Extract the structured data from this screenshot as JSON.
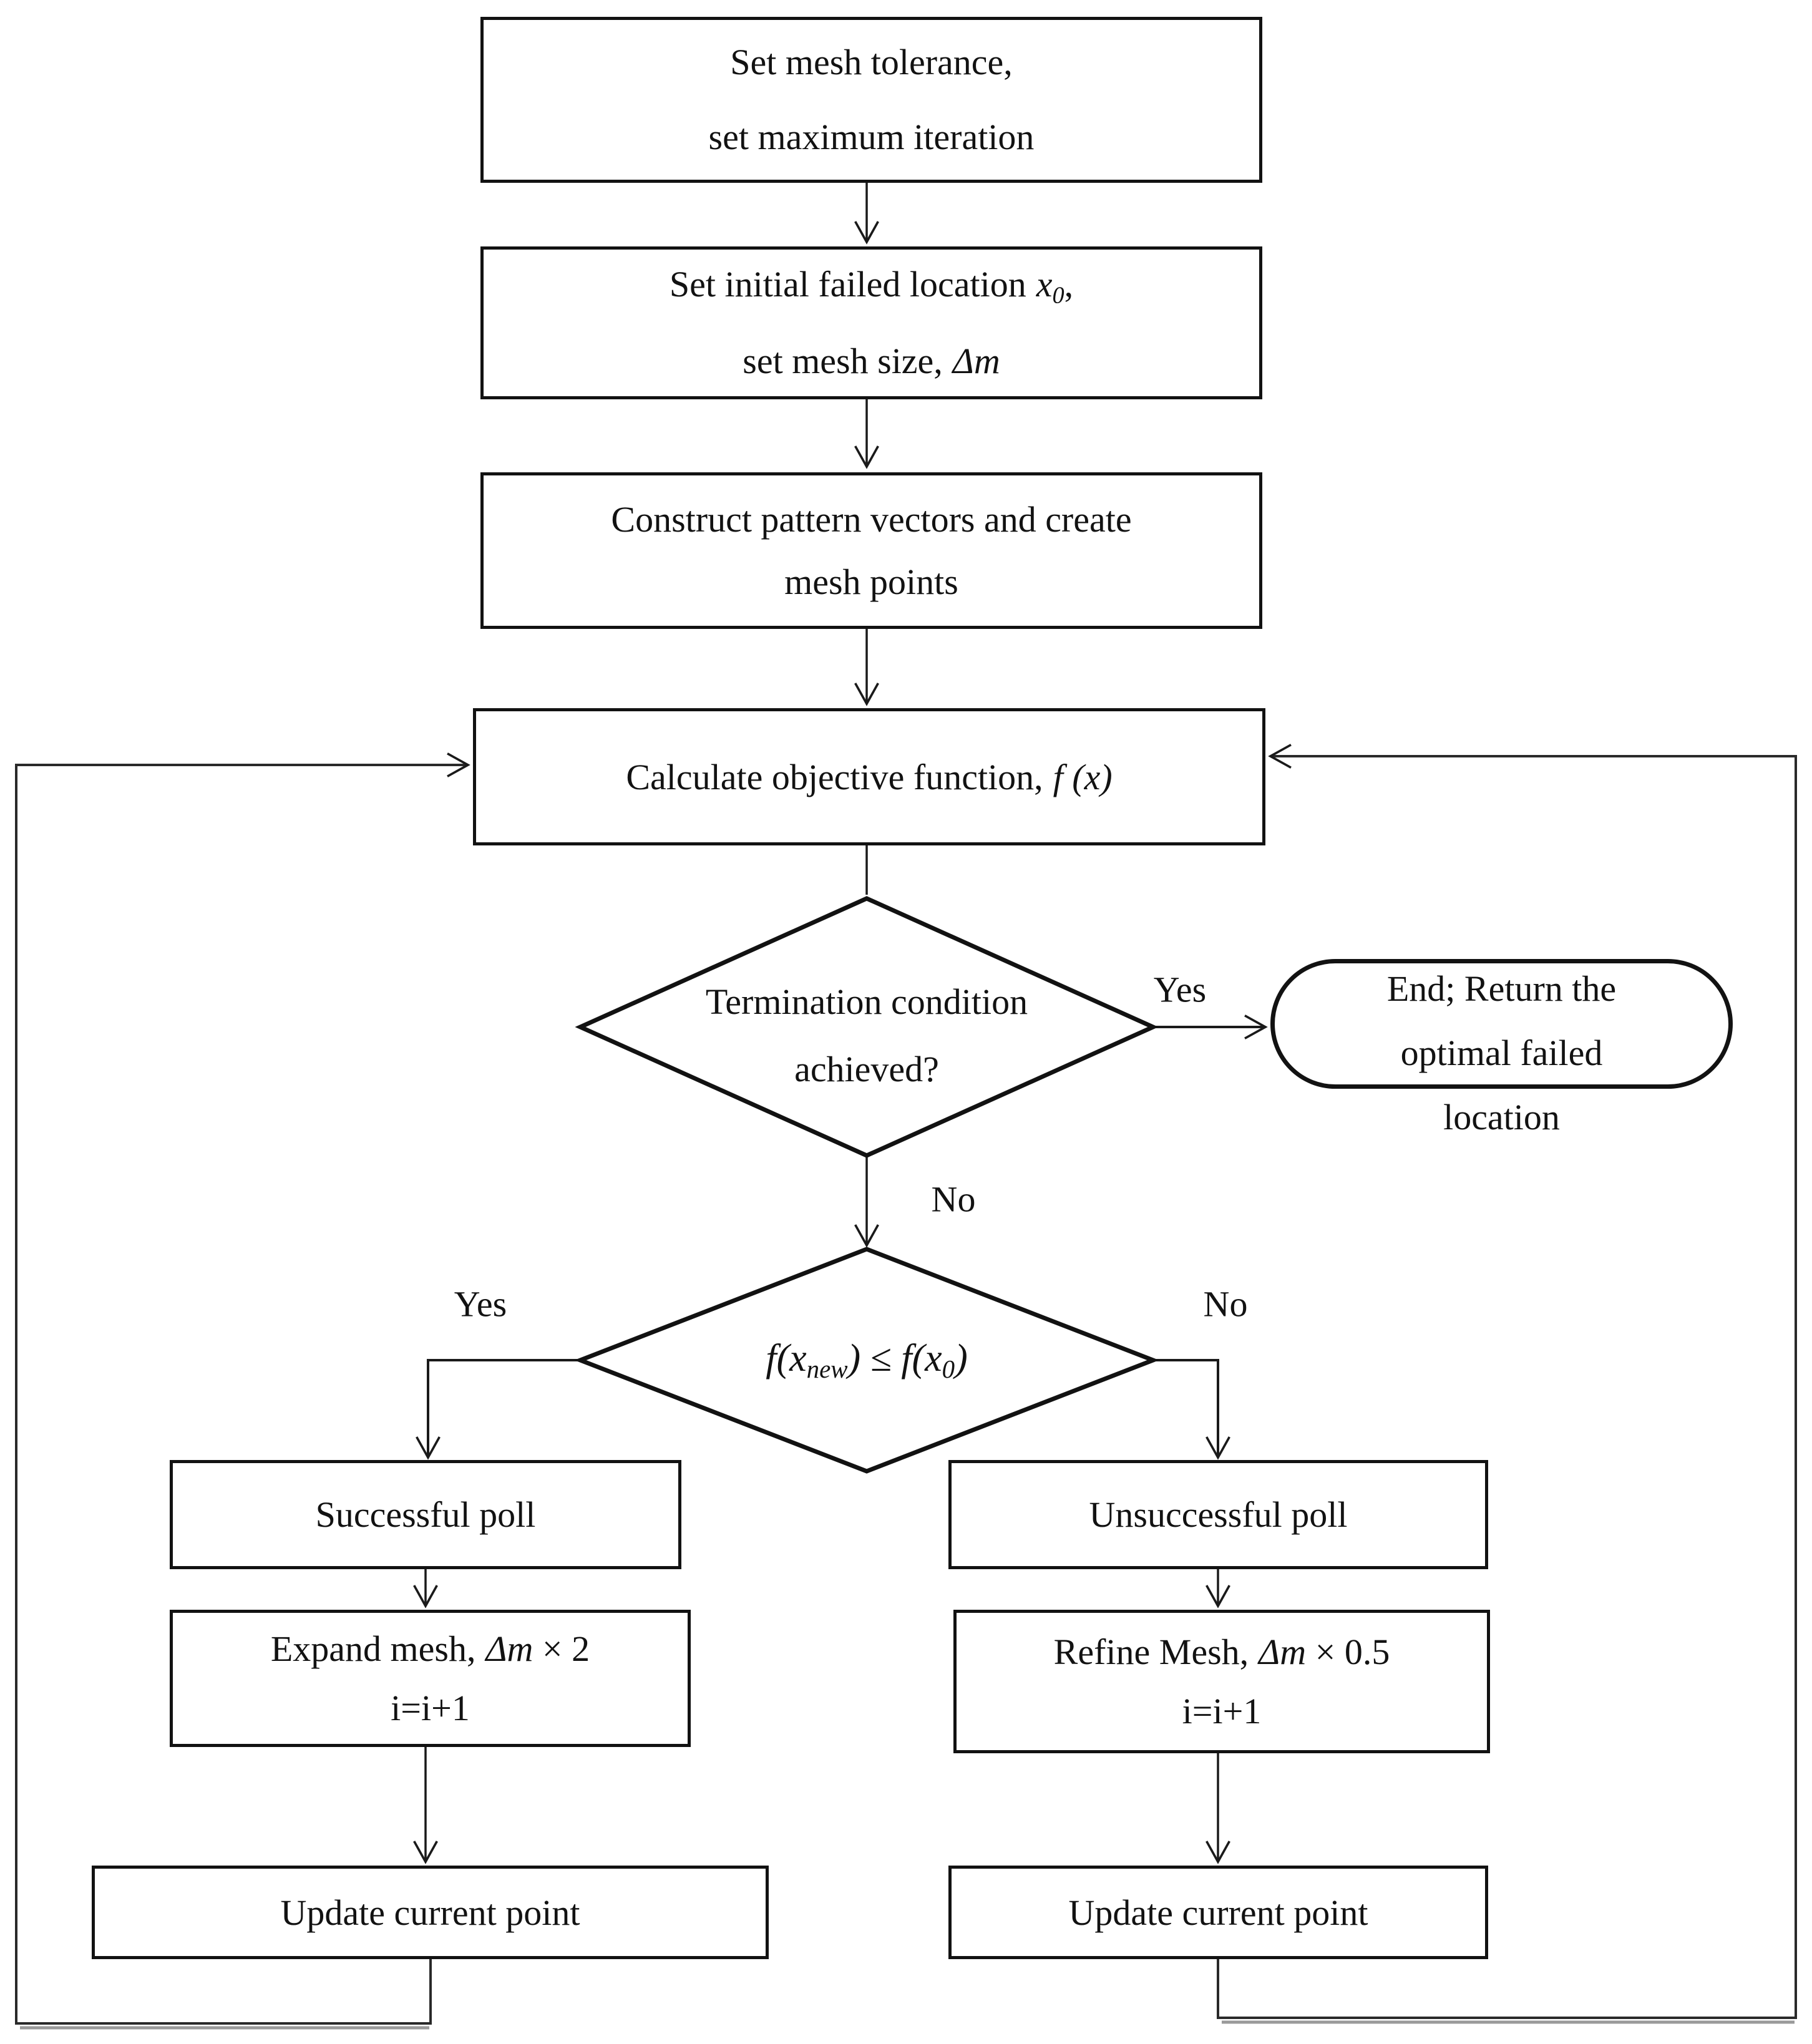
{
  "nodes": {
    "set_tolerance": {
      "line1": "Set mesh tolerance,",
      "line2": "set maximum iteration"
    },
    "set_initial": {
      "line1_text": "Set initial failed location",
      "var_x": "x",
      "var_x_sub": "0",
      "line1_comma": ",",
      "line2_text": "set mesh size,",
      "var_mesh": "Δm"
    },
    "construct": {
      "line1": "Construct pattern vectors and create",
      "line2": "mesh points"
    },
    "calculate": {
      "text": "Calculate objective function,",
      "math": "f (x)"
    },
    "termination": {
      "line1": "Termination condition",
      "line2": "achieved?"
    },
    "end_node": {
      "line1": "End; Return the",
      "line2": "optimal failed",
      "line3": "location"
    },
    "compare": {
      "m1": "f(x",
      "sub1": "new",
      "m2": ") ≤ f(x",
      "sub2": "0",
      "m3": ")"
    },
    "successful_poll": {
      "label": "Successful poll"
    },
    "expand_mesh": {
      "line1_text": "Expand mesh,",
      "math": "Δm",
      "suffix": " × 2",
      "line2": "i=i+1"
    },
    "update_left": {
      "label": "Update current point"
    },
    "unsuccessful_poll": {
      "label": "Unsuccessful poll"
    },
    "refine_mesh": {
      "line1_text": "Refine Mesh,",
      "math": "Δm",
      "suffix": " × 0.5",
      "line2": "i=i+1"
    },
    "update_right": {
      "label": "Update current point"
    }
  },
  "labels": {
    "yes_terminate": "Yes",
    "no_terminate": "No",
    "yes_compare": "Yes",
    "no_compare": "No"
  },
  "colors": {
    "stroke": "#1a1a1a",
    "background": "#ffffff"
  }
}
